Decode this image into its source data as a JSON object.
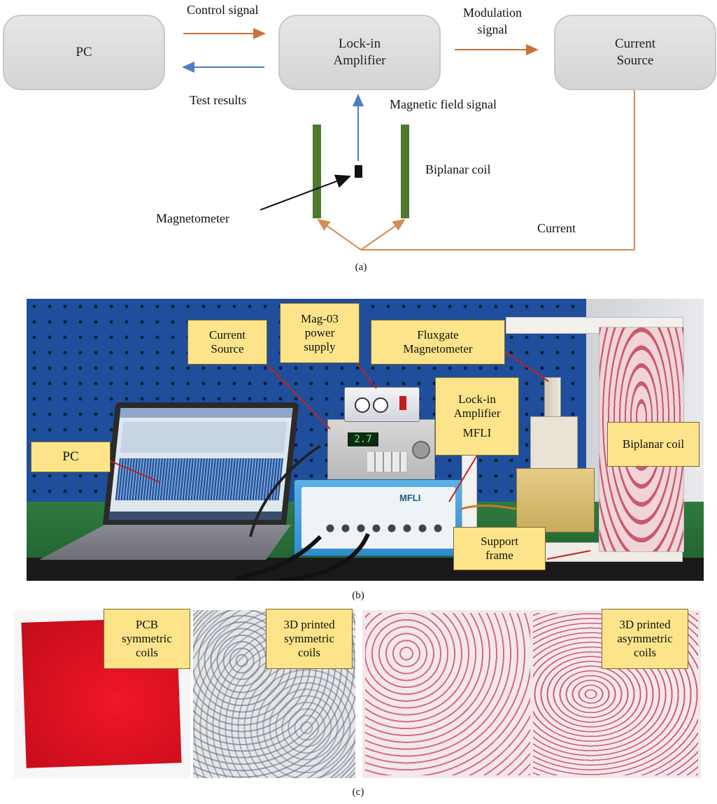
{
  "panel_a": {
    "blocks": {
      "pc": "PC",
      "lockin_line1": "Lock-in",
      "lockin_line2": "Amplifier",
      "current_line1": "Current",
      "current_line2": "Source"
    },
    "labels": {
      "control_signal": "Control signal",
      "test_results": "Test results",
      "modulation_line1": "Modulation",
      "modulation_line2": "signal",
      "magnetic_field_signal": "Magnetic field signal",
      "biplanar_coil": "Biplanar coil",
      "magnetometer": "Magnetometer",
      "current": "Current"
    },
    "caption": "(a)"
  },
  "panel_b": {
    "callouts": {
      "pc": "PC",
      "current_source_line1": "Current",
      "current_source_line2": "Source",
      "mag03_line1": "Mag-03",
      "mag03_line2": "power",
      "mag03_line3": "supply",
      "fluxgate_line1": "Fluxgate",
      "fluxgate_line2": "Magnetometer",
      "lockin_line1": "Lock-in",
      "lockin_line2": "Amplifier",
      "lockin_line3": "MFLI",
      "biplanar_coil": "Biplanar coil",
      "support_line1": "Support",
      "support_line2": "frame"
    },
    "device_text": {
      "readout": "2.7",
      "mfli_brand": "MFLI"
    },
    "caption": "(b)"
  },
  "panel_c": {
    "callouts": {
      "pcb_line1": "PCB",
      "pcb_line2": "symmetric",
      "pcb_line3": "coils",
      "printed_sym_line1": "3D printed",
      "printed_sym_line2": "symmetric",
      "printed_sym_line3": "coils",
      "printed_asym_line1": "3D printed",
      "printed_asym_line2": "asymmetric",
      "printed_asym_line3": "coils"
    },
    "caption": "(c)"
  },
  "colors": {
    "control_arrow": "#c8733a",
    "result_arrow": "#4a7fc1",
    "coil_green": "#4e7a2e",
    "current_wire": "#d98a4e",
    "callout_fill": "#fde48a",
    "pcb_red": "#d4101e",
    "pegboard_blue": "#1f4f9c"
  }
}
